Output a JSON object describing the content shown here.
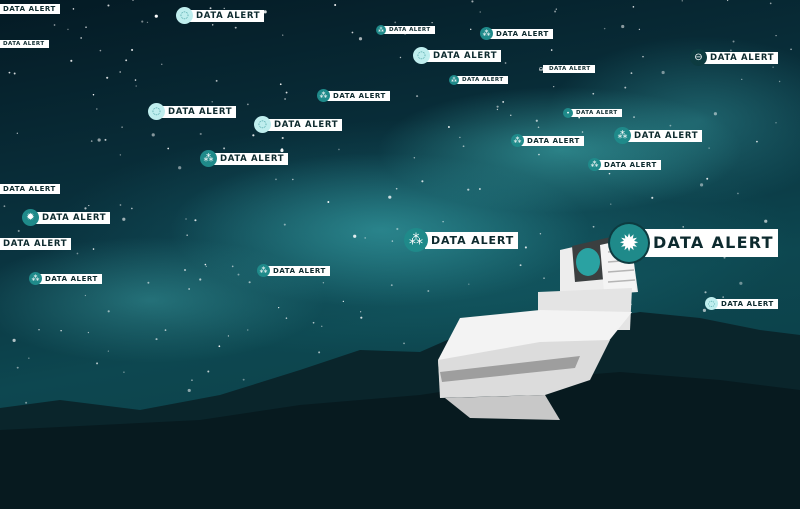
{
  "scene": {
    "sky_color": "#0b3a42",
    "glow_color": "#46bebe",
    "ground_color": "#071a1f",
    "telescope_color": "#f2f2f2"
  },
  "alerts": [
    {
      "label": "DATA ALERT",
      "icon": "circle-icon"
    },
    {
      "label": "DATA ALERT",
      "icon": "none"
    },
    {
      "label": "DATA ALERT",
      "icon": "none"
    },
    {
      "label": "DATA ALERT",
      "icon": "cluster-icon"
    },
    {
      "label": "DATA ALERT",
      "icon": "cluster-icon"
    },
    {
      "label": "DATA ALERT",
      "icon": "circle-icon"
    },
    {
      "label": "DATA ALERT",
      "icon": "orbit-icon"
    },
    {
      "label": "DATA ALERT",
      "icon": "orbit-icon"
    },
    {
      "label": "DATA ALERT",
      "icon": "cluster-icon"
    },
    {
      "label": "DATA ALERT",
      "icon": "cluster-icon"
    },
    {
      "label": "DATA ALERT",
      "icon": "circle-icon"
    },
    {
      "label": "DATA ALERT",
      "icon": "circle-icon"
    },
    {
      "label": "DATA ALERT",
      "icon": "dot-icon"
    },
    {
      "label": "DATA ALERT",
      "icon": "cluster-icon"
    },
    {
      "label": "DATA ALERT",
      "icon": "cluster-icon"
    },
    {
      "label": "DATA ALERT",
      "icon": "cluster-icon"
    },
    {
      "label": "DATA ALERT",
      "icon": "cluster-icon"
    },
    {
      "label": "DATA ALERT",
      "icon": "none"
    },
    {
      "label": "DATA ALERT",
      "icon": "starburst-icon"
    },
    {
      "label": "DATA ALERT",
      "icon": "none"
    },
    {
      "label": "DATA ALERT",
      "icon": "cluster-icon"
    },
    {
      "label": "DATA ALERT",
      "icon": "starburst-icon"
    },
    {
      "label": "DATA ALERT",
      "icon": "cluster-icon"
    },
    {
      "label": "DATA ALERT",
      "icon": "cluster-icon"
    },
    {
      "label": "DATA ALERT",
      "icon": "circle-icon"
    }
  ]
}
